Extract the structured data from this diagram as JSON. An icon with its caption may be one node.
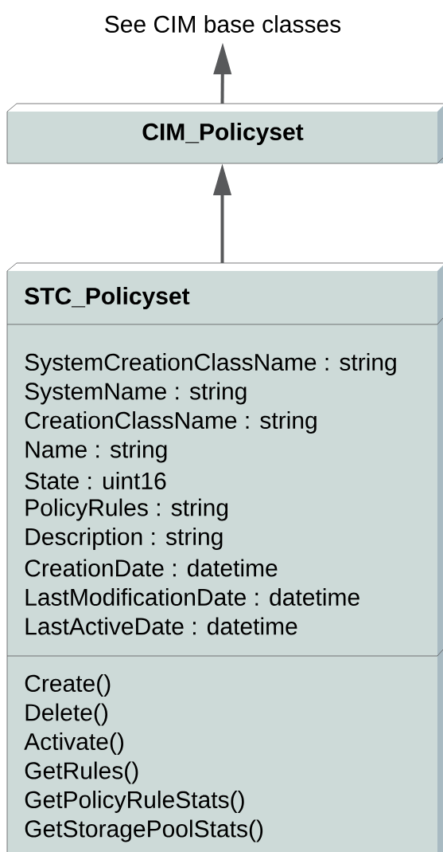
{
  "diagram": {
    "nodes": [
      {
        "text": [
          "See CIM base classes"
        ]
      },
      {
        "text": [
          "CIM_Policyset"
        ]
      },
      {
        "text": [
          "STC_Policyset",
          "SystemCreationClassName : string",
          "SystemName : string",
          "CreationClassName : string",
          "Name : string",
          "State : uint16",
          "PolicyRules : string",
          "Description : string",
          "CreationDate : datetime",
          "LastModificationDate : datetime",
          "LastActiveDate : datetime",
          "Create()",
          "Delete()",
          "Activate()",
          "GetRules()",
          "GetPolicyRuleStats()",
          "GetStoragePoolStats()"
        ]
      }
    ],
    "edges": [
      {
        "from": 1,
        "to": 0,
        "arrow": "to"
      },
      {
        "from": 2,
        "to": 1,
        "arrow": "to"
      }
    ]
  }
}
